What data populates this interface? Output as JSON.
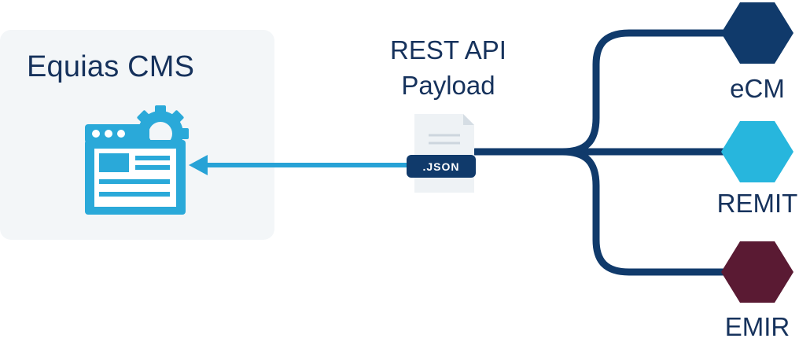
{
  "cms": {
    "title": "Equias CMS"
  },
  "payload": {
    "line1": "REST API",
    "line2": "Payload",
    "badge": ".JSON"
  },
  "targets": [
    {
      "label": "eCM",
      "color": "#103a6b"
    },
    {
      "label": "REMIT",
      "color": "#27b6dd"
    },
    {
      "label": "EMIR",
      "color": "#5a1a33"
    }
  ],
  "colors": {
    "line": "#103a6b",
    "arrow": "#27a2d6",
    "icon": "#2aa9d9",
    "text": "#16325c",
    "box": "#f3f6f8"
  }
}
